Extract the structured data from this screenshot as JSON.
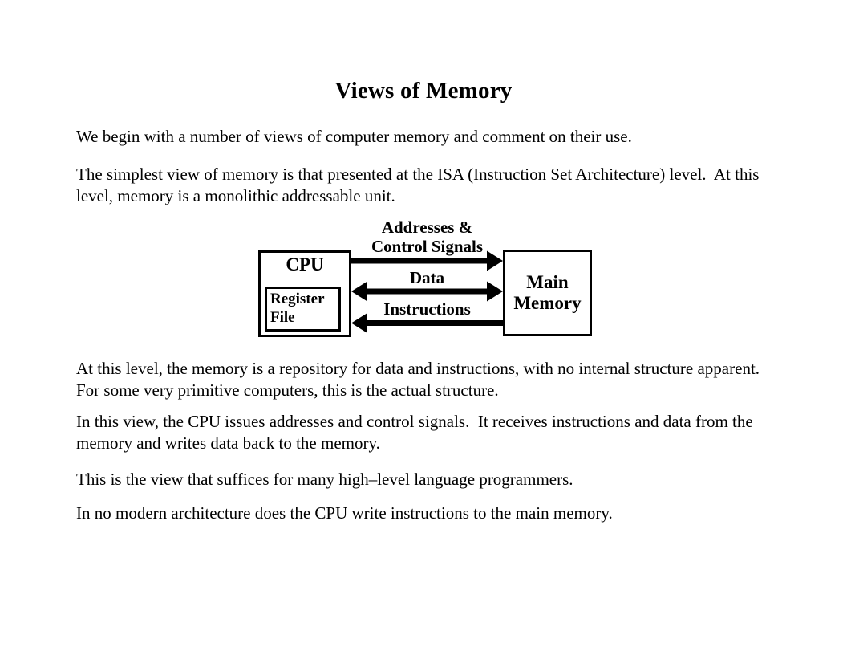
{
  "page": {
    "title": "Views of Memory"
  },
  "appearance": {
    "background_color": "#ffffff",
    "text_color": "#000000",
    "diagram_line_color": "#000000"
  },
  "paragraphs": [
    "We begin with a number of views of computer memory and comment on their use.",
    "The simplest view of memory is that presented at the ISA (Instruction Set Architecture) level.  At this level, memory is a monolithic addressable unit.",
    "At this level, the memory is a repository for data and instructions, with no internal structure apparent.  For some very primitive computers, this is the actual structure.",
    "In this view, the CPU issues addresses and control signals.  It receives instructions and data from the memory and writes data back to the memory.",
    "This is the view that suffices for many high–level language programmers.",
    "In no modern architecture does the CPU write instructions to the main memory."
  ],
  "diagram": {
    "cpu_label": "CPU",
    "register_file_label": "Register\nFile",
    "main_memory_label": "Main\nMemory",
    "buses": [
      {
        "label": "Addresses &\nControl Signals",
        "direction": "cpu-to-memory"
      },
      {
        "label": "Data",
        "direction": "bidirectional"
      },
      {
        "label": "Instructions",
        "direction": "memory-to-cpu"
      }
    ]
  }
}
